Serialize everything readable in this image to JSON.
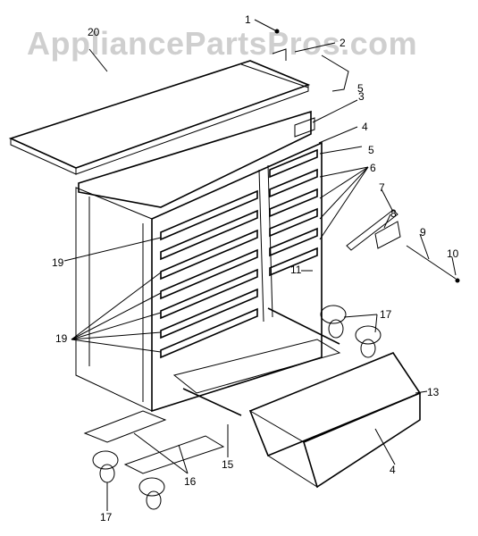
{
  "watermark": "AppliancePartsPros.com",
  "labels": {
    "l1": "1",
    "l2": "2",
    "l3": "3",
    "l4": "4",
    "l5": "5",
    "l6": "6",
    "l7": "7",
    "l8": "8",
    "l9": "9",
    "l10": "10",
    "l4b": "4",
    "l13": "13",
    "l15": "15",
    "l16": "16",
    "l17a": "17",
    "l17b": "17",
    "l19a": "19",
    "l19b": "19",
    "l20": "20",
    "l11": "11"
  },
  "colors": {
    "ink": "#000000",
    "watermark": "#cfcfcf",
    "background": "#ffffff"
  }
}
